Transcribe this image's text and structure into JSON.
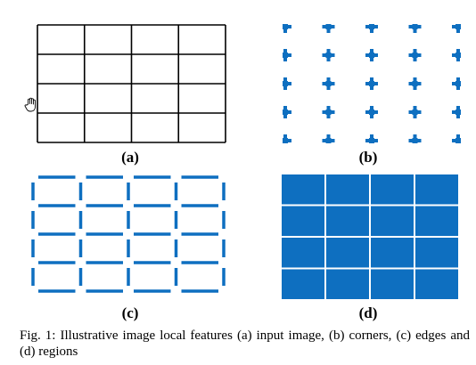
{
  "figure": {
    "panels": [
      {
        "id": "a",
        "label": "(a)",
        "content": "input-image-grid"
      },
      {
        "id": "b",
        "label": "(b)",
        "content": "corners"
      },
      {
        "id": "c",
        "label": "(c)",
        "content": "edges"
      },
      {
        "id": "d",
        "label": "(d)",
        "content": "regions"
      }
    ],
    "grid": {
      "rows": 4,
      "cols": 4
    },
    "colors": {
      "grid_line": "#000000",
      "feature_blue": "#0e6fc0",
      "background": "#ffffff"
    }
  },
  "caption": {
    "text": "Fig. 1: Illustrative image local features (a) input image, (b) corners, (c) edges and (d) regions"
  },
  "cursor": {
    "icon": "hand-cursor-icon"
  }
}
